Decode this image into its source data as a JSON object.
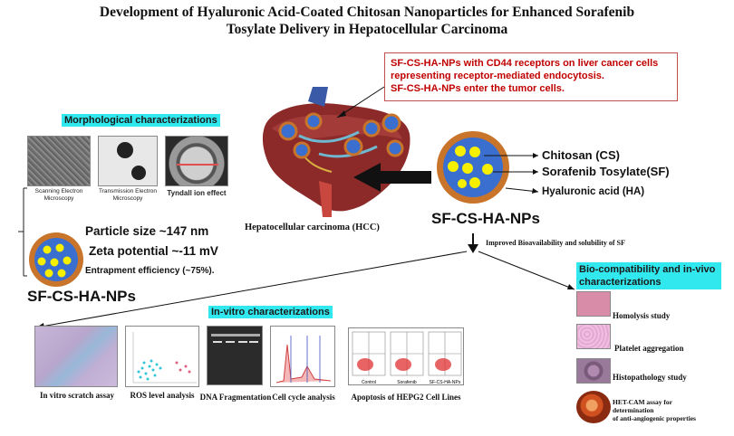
{
  "title": {
    "line1": "Development of Hyaluronic Acid-Coated Chitosan Nanoparticles for Enhanced Sorafenib",
    "line2": "Tosylate Delivery in Hepatocellular Carcinoma"
  },
  "redbox": {
    "line1": "SF-CS-HA-NPs with CD44 receptors on liver cancer cells",
    "line2": "representing receptor-mediated endocytosis.",
    "line3": "SF-CS-HA-NPs enter the tumor cells."
  },
  "morph": {
    "heading": "Morphological characterizations",
    "sem": "Scanning Electron Microscopy",
    "tem": "Transmission Electron Microscopy",
    "tyndall": "Tyndall ion effect",
    "particle_size": "Particle size ~147 nm",
    "zeta": "Zeta potential ~-11 mV",
    "entrapment": "Entrapment efficiency (~75%).",
    "np_name": "SF-CS-HA-NPs"
  },
  "center": {
    "hcc": "Hepatocellular carcinoma (HCC)",
    "np_name": "SF-CS-HA-NPs",
    "chitosan": "Chitosan (CS)",
    "sorafenib": "Sorafenib Tosylate(SF)",
    "ha": "Hyaluronic acid (HA)",
    "bioavail": "Improved Bioavailability and solubility of SF"
  },
  "invitro": {
    "heading": "In-vitro characterizations",
    "scratch": "In vitro scratch assay",
    "ros": "ROS level analysis",
    "dna": "DNA Fragmentation",
    "cellcycle": "Cell cycle analysis",
    "apoptosis": "Apoptosis of HEPG2 Cell Lines",
    "apop_labels": [
      "Control",
      "Sorafenib",
      "SF-CS-HA-NPs"
    ]
  },
  "invivo": {
    "heading_line1": "Bio-compatibility and in-vivo",
    "heading_line2": "characterizations",
    "hemolysis": "Homolysis study",
    "platelet": "Platelet aggregation",
    "histo": "Histopathology study",
    "hetcam1": "HET-CAM assay for",
    "hetcam2": "determination",
    "hetcam3": "of anti-angiogenic properties"
  },
  "colors": {
    "highlight": "#30e8ee",
    "red_text": "#c00000",
    "np_shell": "#c8742a",
    "np_core": "#3a6fd0",
    "np_drug": "#f6f000",
    "liver": "#8c2a2a"
  }
}
